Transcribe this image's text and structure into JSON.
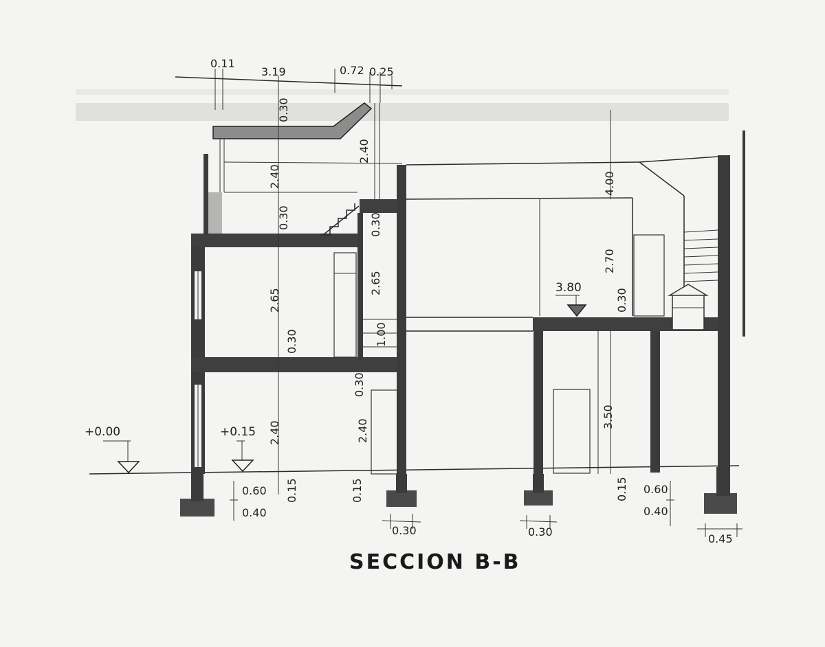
{
  "title": "SECCION B-B",
  "levels": {
    "ground_outside": "+0.00",
    "ground_inside": "+0.15",
    "terrace": "3.80"
  },
  "top_dims": {
    "d1": "0.11",
    "d2": "3.19",
    "d3": "0.72",
    "d4": "0.25"
  },
  "vertical_dims": {
    "roof_slab": "0.30",
    "roof_height_a": "2.40",
    "roof_height_b": "2.40",
    "roof_base": "0.30",
    "stair_slab": "0.30",
    "floor2_height": "2.65",
    "floor2_stair": "2.65",
    "floor2_slab": "0.30",
    "rail_height": "1.00",
    "floor1_slab_top": "0.30",
    "floor1_height": "2.40",
    "floor1_height_b": "2.40",
    "right_tall": "4.00",
    "right_upper": "2.70",
    "right_slab": "0.30",
    "right_lower": "3.50"
  },
  "foundation_dims": {
    "plinth_a": "0.15",
    "plinth_b": "0.15",
    "plinth_c": "0.15",
    "footing_depth_left": "0.60",
    "footing_base_left": "0.40",
    "footing_depth_right": "0.60",
    "footing_base_right": "0.40",
    "width_1": "0.30",
    "width_2": "0.30",
    "width_3": "0.45"
  }
}
